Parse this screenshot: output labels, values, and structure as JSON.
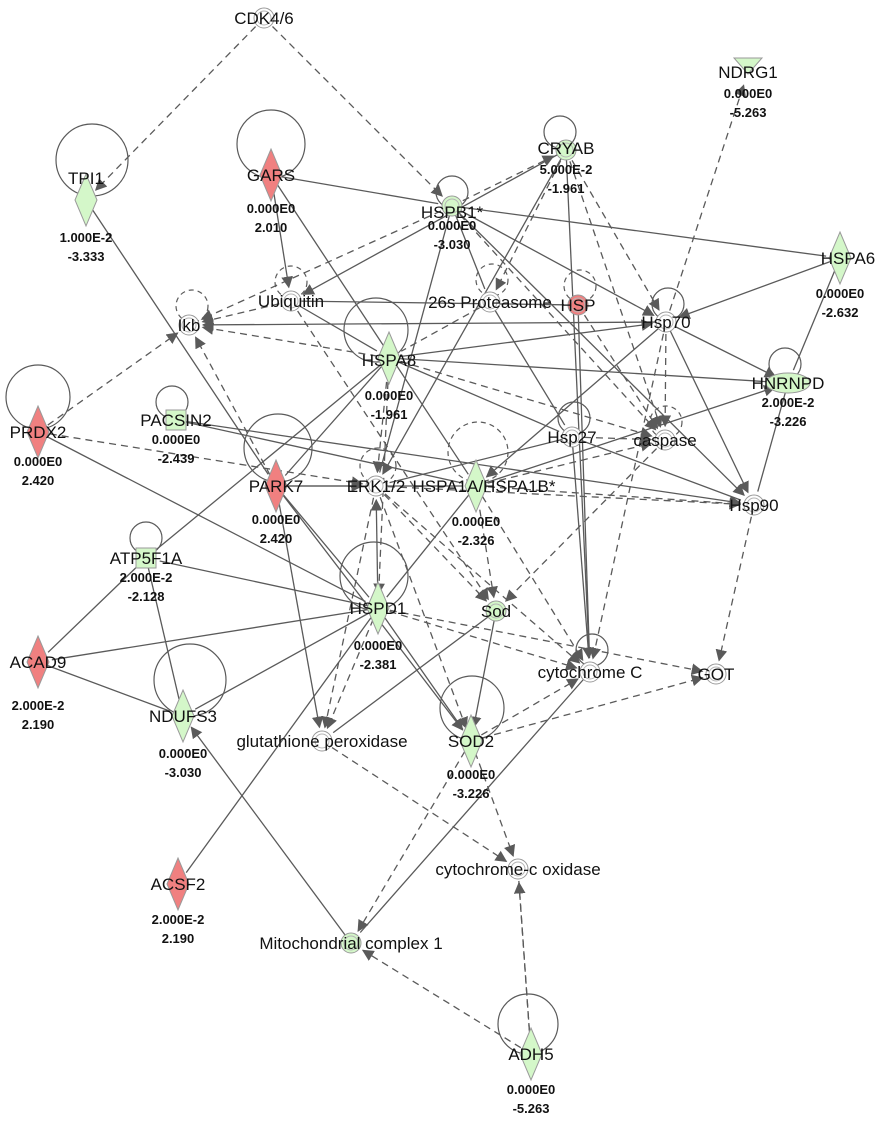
{
  "colors": {
    "up_regulated": "#f08080",
    "down_regulated": "#d4f7c9",
    "neutral": "#ffffff",
    "edge": "#5a5a5a"
  },
  "nodes": [
    {
      "id": "CDK46",
      "label": "CDK4/6",
      "shape": "circle",
      "color": "neutral"
    },
    {
      "id": "NDRG1",
      "label": "NDRG1",
      "shape": "triangle-down",
      "color": "down_regulated",
      "values": [
        "0.000E0",
        "-5.263"
      ]
    },
    {
      "id": "TPI1",
      "label": "TPI1",
      "shape": "diamond",
      "color": "down_regulated",
      "values": [
        "1.000E-2",
        "-3.333"
      ]
    },
    {
      "id": "GARS",
      "label": "GARS",
      "shape": "diamond",
      "color": "up_regulated",
      "values": [
        "0.000E0",
        "2.010"
      ]
    },
    {
      "id": "CRYAB",
      "label": "CRYAB",
      "shape": "circle",
      "color": "down_regulated",
      "values": [
        "5.000E-2",
        "-1.961"
      ]
    },
    {
      "id": "HSPB1",
      "label": "HSPB1*",
      "shape": "circle",
      "color": "down_regulated",
      "values": [
        "0.000E0",
        "-3.030"
      ]
    },
    {
      "id": "HSPA6",
      "label": "HSPA6",
      "shape": "diamond",
      "color": "down_regulated",
      "values": [
        "0.000E0",
        "-2.632"
      ]
    },
    {
      "id": "Ubiquitin",
      "label": "Ubiquitin",
      "shape": "circle",
      "color": "neutral"
    },
    {
      "id": "P26S",
      "label": "26s Proteasome",
      "shape": "circle",
      "color": "neutral"
    },
    {
      "id": "HSP",
      "label": "HSP",
      "shape": "circle",
      "color": "up_regulated"
    },
    {
      "id": "Hsp70",
      "label": "Hsp70",
      "shape": "circle",
      "color": "neutral"
    },
    {
      "id": "Ikb",
      "label": "Ikb",
      "shape": "circle",
      "color": "neutral"
    },
    {
      "id": "HSPA8",
      "label": "HSPA8",
      "shape": "diamond",
      "color": "down_regulated",
      "values": [
        "0.000E0",
        "-1.961"
      ]
    },
    {
      "id": "HNRNPD",
      "label": "HNRNPD",
      "shape": "ellipse",
      "color": "down_regulated",
      "values": [
        "2.000E-2",
        "-3.226"
      ]
    },
    {
      "id": "PRDX2",
      "label": "PRDX2",
      "shape": "diamond",
      "color": "up_regulated",
      "values": [
        "0.000E0",
        "2.420"
      ]
    },
    {
      "id": "PACSIN2",
      "label": "PACSIN2",
      "shape": "rect",
      "color": "down_regulated",
      "values": [
        "0.000E0",
        "-2.439"
      ]
    },
    {
      "id": "Hsp27",
      "label": "Hsp27",
      "shape": "circle",
      "color": "neutral"
    },
    {
      "id": "caspase",
      "label": "caspase",
      "shape": "circle",
      "color": "neutral"
    },
    {
      "id": "PARK7",
      "label": "PARK7",
      "shape": "diamond",
      "color": "up_regulated",
      "values": [
        "0.000E0",
        "2.420"
      ]
    },
    {
      "id": "ERK12",
      "label": "ERK1/2",
      "shape": "circle",
      "color": "neutral"
    },
    {
      "id": "HSPA1A",
      "label": "HSPA1A/HSPA1B*",
      "shape": "diamond",
      "color": "down_regulated",
      "values": [
        "0.000E0",
        "-2.326"
      ]
    },
    {
      "id": "Hsp90",
      "label": "Hsp90",
      "shape": "circle",
      "color": "neutral"
    },
    {
      "id": "ATP5F1A",
      "label": "ATP5F1A",
      "shape": "rect",
      "color": "down_regulated",
      "values": [
        "2.000E-2",
        "-2.128"
      ]
    },
    {
      "id": "HSPD1",
      "label": "HSPD1",
      "shape": "diamond",
      "color": "down_regulated",
      "values": [
        "0.000E0",
        "-2.381"
      ]
    },
    {
      "id": "Sod",
      "label": "Sod",
      "shape": "circle",
      "color": "down_regulated"
    },
    {
      "id": "ACAD9",
      "label": "ACAD9",
      "shape": "diamond",
      "color": "up_regulated",
      "values": [
        "2.000E-2",
        "2.190"
      ]
    },
    {
      "id": "cytoC",
      "label": "cytochrome C",
      "shape": "circle",
      "color": "neutral"
    },
    {
      "id": "GOT",
      "label": "GOT",
      "shape": "circle",
      "color": "neutral"
    },
    {
      "id": "NDUFS3",
      "label": "NDUFS3",
      "shape": "diamond",
      "color": "down_regulated",
      "values": [
        "0.000E0",
        "-3.030"
      ]
    },
    {
      "id": "GPX",
      "label": "glutathione peroxidase",
      "shape": "circle",
      "color": "neutral"
    },
    {
      "id": "SOD2",
      "label": "SOD2",
      "shape": "diamond",
      "color": "down_regulated",
      "values": [
        "0.000E0",
        "-3.226"
      ]
    },
    {
      "id": "CCOX",
      "label": "cytochrome-c oxidase",
      "shape": "circle",
      "color": "neutral"
    },
    {
      "id": "ACSF2",
      "label": "ACSF2",
      "shape": "diamond",
      "color": "up_regulated",
      "values": [
        "2.000E-2",
        "2.190"
      ]
    },
    {
      "id": "MITO1",
      "label": "Mitochondrial complex 1",
      "shape": "circle",
      "color": "down_regulated"
    },
    {
      "id": "ADH5",
      "label": "ADH5",
      "shape": "diamond",
      "color": "down_regulated",
      "values": [
        "0.000E0",
        "-5.263"
      ]
    }
  ],
  "edges": [
    {
      "from": "CDK46",
      "to": "TPI1",
      "style": "dashed",
      "arrow": true
    },
    {
      "from": "CDK46",
      "to": "HSPB1",
      "style": "dashed",
      "arrow": true
    },
    {
      "from": "Hsp70",
      "to": "NDRG1",
      "style": "dashed",
      "arrow": true
    },
    {
      "from": "TPI1",
      "to": "PARK7",
      "style": "solid",
      "arrow": false
    },
    {
      "from": "GARS",
      "to": "HSPB1",
      "style": "solid",
      "arrow": false
    },
    {
      "from": "GARS",
      "to": "Ubiquitin",
      "style": "solid",
      "arrow": true
    },
    {
      "from": "GARS",
      "to": "HSPA1A",
      "style": "solid",
      "arrow": false
    },
    {
      "from": "CRYAB",
      "to": "Ubiquitin",
      "style": "solid",
      "arrow": true
    },
    {
      "from": "CRYAB",
      "to": "Hsp70",
      "style": "dashed",
      "arrow": true
    },
    {
      "from": "CRYAB",
      "to": "caspase",
      "style": "dashed",
      "arrow": true
    },
    {
      "from": "CRYAB",
      "to": "cytoC",
      "style": "solid",
      "arrow": false
    },
    {
      "from": "CRYAB",
      "to": "ERK12",
      "style": "solid",
      "arrow": true
    },
    {
      "from": "CRYAB",
      "to": "P26S",
      "style": "dashed",
      "arrow": true
    },
    {
      "from": "HSPB1",
      "to": "CRYAB",
      "style": "dashed",
      "arrow": true
    },
    {
      "from": "HSPB1",
      "to": "Hsp70",
      "style": "solid",
      "arrow": true
    },
    {
      "from": "HSPB1",
      "to": "Hsp90",
      "style": "solid",
      "arrow": true
    },
    {
      "from": "HSPB1",
      "to": "Ikb",
      "style": "dashed",
      "arrow": true
    },
    {
      "from": "HSPB1",
      "to": "caspase",
      "style": "dashed",
      "arrow": true
    },
    {
      "from": "HSPB1",
      "to": "HSPA6",
      "style": "solid",
      "arrow": false
    },
    {
      "from": "HSPB1",
      "to": "ERK12",
      "style": "solid",
      "arrow": false
    },
    {
      "from": "HSPB1",
      "to": "P26S",
      "style": "solid",
      "arrow": false
    },
    {
      "from": "HSPA6",
      "to": "Hsp70",
      "style": "solid",
      "arrow": true
    },
    {
      "from": "HSPA6",
      "to": "HNRNPD",
      "style": "solid",
      "arrow": false
    },
    {
      "from": "Ubiquitin",
      "to": "Ikb",
      "style": "dashed",
      "arrow": true
    },
    {
      "from": "Ubiquitin",
      "to": "HSPA8",
      "style": "solid",
      "arrow": false
    },
    {
      "from": "Ubiquitin",
      "to": "HSP",
      "style": "solid",
      "arrow": false
    },
    {
      "from": "Ubiquitin",
      "to": "Sod",
      "style": "dashed",
      "arrow": true
    },
    {
      "from": "P26S",
      "to": "Hsp27",
      "style": "solid",
      "arrow": false
    },
    {
      "from": "P26S",
      "to": "HSPA8",
      "style": "dashed",
      "arrow": false
    },
    {
      "from": "HSP",
      "to": "caspase",
      "style": "dashed",
      "arrow": true
    },
    {
      "from": "HSP",
      "to": "cytoC",
      "style": "solid",
      "arrow": false
    },
    {
      "from": "Hsp70",
      "to": "Ikb",
      "style": "solid",
      "arrow": true
    },
    {
      "from": "Hsp70",
      "to": "HNRNPD",
      "style": "solid",
      "arrow": true
    },
    {
      "from": "Hsp70",
      "to": "Hsp90",
      "style": "solid",
      "arrow": true
    },
    {
      "from": "Hsp70",
      "to": "caspase",
      "style": "dashed",
      "arrow": true
    },
    {
      "from": "Hsp70",
      "to": "cytoC",
      "style": "dashed",
      "arrow": true
    },
    {
      "from": "Hsp70",
      "to": "HSPA1A",
      "style": "solid",
      "arrow": true
    },
    {
      "from": "HSPA8",
      "to": "Ikb",
      "style": "dashed",
      "arrow": true
    },
    {
      "from": "HSPA8",
      "to": "Hsp70",
      "style": "solid",
      "arrow": true
    },
    {
      "from": "HSPA8",
      "to": "HNRNPD",
      "style": "solid",
      "arrow": false
    },
    {
      "from": "HSPA8",
      "to": "Hsp27",
      "style": "solid",
      "arrow": false
    },
    {
      "from": "HSPA8",
      "to": "caspase",
      "style": "dashed",
      "arrow": true
    },
    {
      "from": "HSPA8",
      "to": "ATP5F1A",
      "style": "solid",
      "arrow": false
    },
    {
      "from": "HSPA8",
      "to": "PARK7",
      "style": "solid",
      "arrow": false
    },
    {
      "from": "HSPA8",
      "to": "ERK12",
      "style": "dashed",
      "arrow": true
    },
    {
      "from": "HSPA8",
      "to": "HSPD1",
      "style": "dashed",
      "arrow": true
    },
    {
      "from": "PRDX2",
      "to": "Ikb",
      "style": "dashed",
      "arrow": true
    },
    {
      "from": "PRDX2",
      "to": "ERK12",
      "style": "dashed",
      "arrow": true
    },
    {
      "from": "PRDX2",
      "to": "HSPD1",
      "style": "solid",
      "arrow": false
    },
    {
      "from": "PACSIN2",
      "to": "Hsp90",
      "style": "solid",
      "arrow": true
    },
    {
      "from": "PACSIN2",
      "to": "HSPA1A",
      "style": "solid",
      "arrow": false
    },
    {
      "from": "Hsp27",
      "to": "caspase",
      "style": "dashed",
      "arrow": true
    },
    {
      "from": "Hsp27",
      "to": "Hsp90",
      "style": "solid",
      "arrow": false
    },
    {
      "from": "Hsp27",
      "to": "cytoC",
      "style": "solid",
      "arrow": true
    },
    {
      "from": "Hsp27",
      "to": "ERK12",
      "style": "solid",
      "arrow": false
    },
    {
      "from": "HSPA1A",
      "to": "caspase",
      "style": "dashed",
      "arrow": true
    },
    {
      "from": "HSPA1A",
      "to": "HNRNPD",
      "style": "solid",
      "arrow": true
    },
    {
      "from": "HSPA1A",
      "to": "Hsp90",
      "style": "dashed",
      "arrow": true
    },
    {
      "from": "HSPA1A",
      "to": "HSPD1",
      "style": "solid",
      "arrow": false
    },
    {
      "from": "HSPA1A",
      "to": "Sod",
      "style": "dashed",
      "arrow": true
    },
    {
      "from": "HSPA1A",
      "to": "cytoC",
      "style": "dashed",
      "arrow": true
    },
    {
      "from": "PARK7",
      "to": "ERK12",
      "style": "solid",
      "arrow": true
    },
    {
      "from": "PARK7",
      "to": "HSPA1A",
      "style": "solid",
      "arrow": false
    },
    {
      "from": "PARK7",
      "to": "HSPD1",
      "style": "solid",
      "arrow": false
    },
    {
      "from": "PARK7",
      "to": "GPX",
      "style": "solid",
      "arrow": true
    },
    {
      "from": "PARK7",
      "to": "SOD2",
      "style": "solid",
      "arrow": true
    },
    {
      "from": "PARK7",
      "to": "Ikb",
      "style": "dashed",
      "arrow": true
    },
    {
      "from": "ERK12",
      "to": "Hsp90",
      "style": "dashed",
      "arrow": true
    },
    {
      "from": "ERK12",
      "to": "Sod",
      "style": "dashed",
      "arrow": true
    },
    {
      "from": "ERK12",
      "to": "cytoC",
      "style": "dashed",
      "arrow": true
    },
    {
      "from": "ERK12",
      "to": "GPX",
      "style": "dashed",
      "arrow": true
    },
    {
      "from": "ERK12",
      "to": "SOD2",
      "style": "dashed",
      "arrow": true
    },
    {
      "from": "HSPD1",
      "to": "ERK12",
      "style": "solid",
      "arrow": true
    },
    {
      "from": "HSPD1",
      "to": "ATP5F1A",
      "style": "solid",
      "arrow": false
    },
    {
      "from": "HSPD1",
      "to": "ACAD9",
      "style": "solid",
      "arrow": false
    },
    {
      "from": "HSPD1",
      "to": "NDUFS3",
      "style": "solid",
      "arrow": false
    },
    {
      "from": "HSPD1",
      "to": "SOD2",
      "style": "solid",
      "arrow": false
    },
    {
      "from": "HSPD1",
      "to": "cytoC",
      "style": "dashed",
      "arrow": true
    },
    {
      "from": "HSPD1",
      "to": "GOT",
      "style": "dashed",
      "arrow": true
    },
    {
      "from": "HSPD1",
      "to": "GPX",
      "style": "dashed",
      "arrow": true
    },
    {
      "from": "HSPD1",
      "to": "ACSF2",
      "style": "solid",
      "arrow": false
    },
    {
      "from": "Sod",
      "to": "SOD2",
      "style": "solid",
      "arrow": true
    },
    {
      "from": "Sod",
      "to": "GPX",
      "style": "solid",
      "arrow": false
    },
    {
      "from": "Hsp90",
      "to": "GOT",
      "style": "dashed",
      "arrow": true
    },
    {
      "from": "HNRNPD",
      "to": "Hsp90",
      "style": "solid",
      "arrow": false
    },
    {
      "from": "caspase",
      "to": "Sod",
      "style": "dashed",
      "arrow": true
    },
    {
      "from": "SOD2",
      "to": "cytoC",
      "style": "dashed",
      "arrow": true
    },
    {
      "from": "SOD2",
      "to": "GOT",
      "style": "dashed",
      "arrow": true
    },
    {
      "from": "SOD2",
      "to": "MITO1",
      "style": "dashed",
      "arrow": true
    },
    {
      "from": "SOD2",
      "to": "CCOX",
      "style": "dashed",
      "arrow": true
    },
    {
      "from": "cytoC",
      "to": "MITO1",
      "style": "solid",
      "arrow": false
    },
    {
      "from": "GPX",
      "to": "CCOX",
      "style": "dashed",
      "arrow": true
    },
    {
      "from": "ATP5F1A",
      "to": "NDUFS3",
      "style": "solid",
      "arrow": false
    },
    {
      "from": "ATP5F1A",
      "to": "ACAD9",
      "style": "solid",
      "arrow": false
    },
    {
      "from": "ACAD9",
      "to": "NDUFS3",
      "style": "solid",
      "arrow": false
    },
    {
      "from": "MITO1",
      "to": "NDUFS3",
      "style": "solid",
      "arrow": true
    },
    {
      "from": "ADH5",
      "to": "MITO1",
      "style": "dashed",
      "arrow": true
    },
    {
      "from": "ADH5",
      "to": "CCOX",
      "style": "dashed",
      "arrow": true
    },
    {
      "from": "CCOX",
      "to": "ADH5",
      "style": "dashed",
      "arrow": false
    }
  ]
}
